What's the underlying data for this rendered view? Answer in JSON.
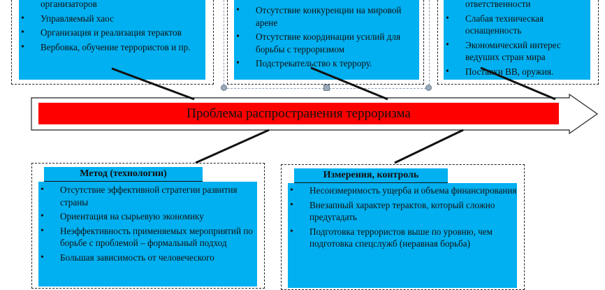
{
  "top_left": {
    "items": [
      "организаторов",
      "Управляемый хаос",
      "Организация и реализация терактов",
      "Вербовка, обучение террористов и пр."
    ]
  },
  "top_middle": {
    "items": [
      "Отсутствие конкуренции на мировой арене",
      "Отсутствие координации усилий для борьбы с терроризмом",
      "Подстрекательство к террору."
    ]
  },
  "top_right": {
    "items": [
      "ответственности",
      "Слабая техническая оснащенность",
      "Экономический интерес ведуших стран мира",
      "Поставки ВВ, оружия."
    ]
  },
  "main_problem": "Проблема распространения терроризма",
  "method": {
    "title": "Метод (технологии)",
    "items": [
      "Отсутствие эффективной стратегии развития страны",
      "Ориентация на сырьевую экономику",
      "Неэффективность применяемых мероприятий по борьбе с проблемой – формальный подход",
      "Большая зависимость от человеческого"
    ]
  },
  "measurement": {
    "title": "Измерения, контроль",
    "items": [
      "Несоизмеримость ущерба и объема финансирования",
      "Внезапный характер терактов, который сложно предугадать",
      "Подготовка террористов выше по уровню, чем подготовка спецслужб (неравная борьба)"
    ]
  },
  "colors": {
    "box": "#00b0f0",
    "problem": "#ff0000"
  }
}
